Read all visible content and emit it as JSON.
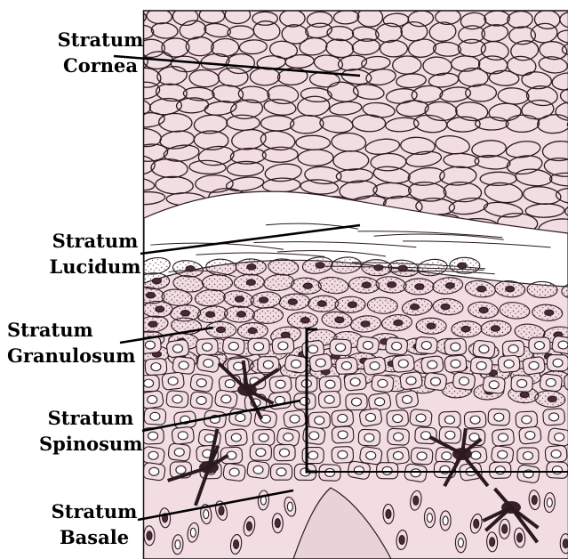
{
  "layers": [
    {
      "id": "cornea",
      "line1": "Stratum",
      "line2": "Cornea"
    },
    {
      "id": "lucidum",
      "line1": "Stratum",
      "line2": "Lucidum"
    },
    {
      "id": "granulosum",
      "line1": "Stratum",
      "line2": "Granulosum"
    },
    {
      "id": "spinosum",
      "line1": "Stratum",
      "line2": "Spinosum"
    },
    {
      "id": "basale",
      "line1": "Stratum",
      "line2": "Basale"
    }
  ],
  "colors": {
    "tissue": "#f1dde2",
    "ink": "#2a1a1f",
    "nucleus": "#4a2a35",
    "lucidum": "#ffffff"
  }
}
